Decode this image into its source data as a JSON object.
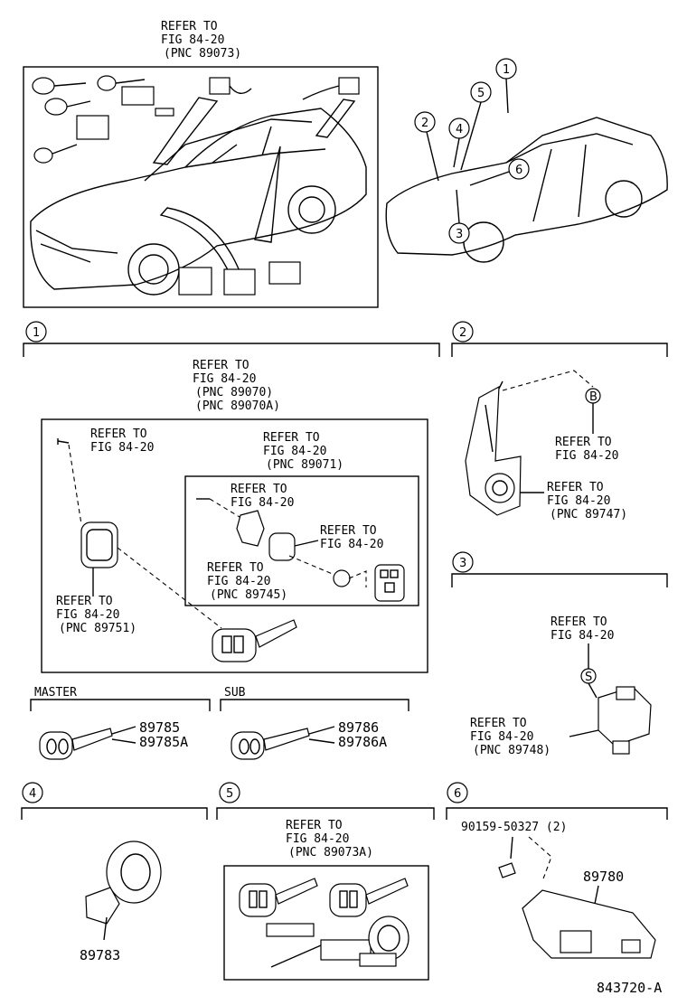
{
  "top_ref": {
    "l1": "REFER TO",
    "l2": "FIG 84-20",
    "l3": "(PNC 89073)"
  },
  "callouts": [
    "1",
    "2",
    "3",
    "4",
    "5",
    "6"
  ],
  "sec1": {
    "num": "1",
    "ref_main": {
      "l1": "REFER TO",
      "l2": "FIG 84-20",
      "l3": "(PNC 89070)",
      "l4": "(PNC 89070A)"
    },
    "ref_screw": {
      "l1": "REFER TO",
      "l2": "FIG 84-20"
    },
    "ref_89071": {
      "l1": "REFER TO",
      "l2": "FIG 84-20",
      "l3": "(PNC 89071)"
    },
    "ref_inner_screw": {
      "l1": "REFER TO",
      "l2": "FIG 84-20"
    },
    "ref_case": {
      "l1": "REFER TO",
      "l2": "FIG 84-20"
    },
    "ref_89745": {
      "l1": "REFER TO",
      "l2": "FIG 84-20",
      "l3": "(PNC 89745)"
    },
    "ref_89751": {
      "l1": "REFER TO",
      "l2": "FIG 84-20",
      "l3": "(PNC 89751)"
    }
  },
  "master": {
    "label": "MASTER",
    "p1": "89785",
    "p2": "89785A"
  },
  "sub": {
    "label": "SUB",
    "p1": "89786",
    "p2": "89786A"
  },
  "sec2": {
    "num": "2",
    "bolt": "B",
    "ref_a": {
      "l1": "REFER TO",
      "l2": "FIG 84-20"
    },
    "ref_b": {
      "l1": "REFER TO",
      "l2": "FIG 84-20",
      "l3": "(PNC 89747)"
    }
  },
  "sec3": {
    "num": "3",
    "screw": "S",
    "ref_a": {
      "l1": "REFER TO",
      "l2": "FIG 84-20"
    },
    "ref_b": {
      "l1": "REFER TO",
      "l2": "FIG 84-20",
      "l3": "(PNC 89748)"
    }
  },
  "sec4": {
    "num": "4",
    "part": "89783"
  },
  "sec5": {
    "num": "5",
    "ref": {
      "l1": "REFER TO",
      "l2": "FIG 84-20",
      "l3": "(PNC 89073A)"
    }
  },
  "sec6": {
    "num": "6",
    "screw_part": "90159-50327 (2)",
    "part": "89780"
  },
  "figure_id": "843720-A"
}
